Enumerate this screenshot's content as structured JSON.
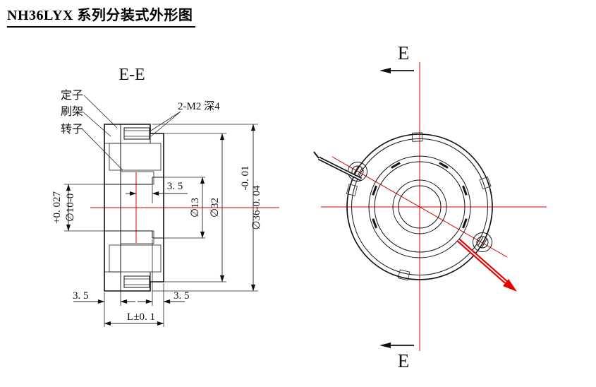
{
  "page": {
    "title": "NH36LYX 系列分装式外形图"
  },
  "section_view": {
    "view_label": "E-E",
    "part_labels": {
      "stator": "定子",
      "brush_holder": "刷架",
      "rotor": "转子"
    },
    "dimensions": {
      "thread_note": "2-M2 深4",
      "bore_tolerance": "+0. 027",
      "bore_diameter": "∅10-0",
      "hub_offset": "3. 5",
      "inner_diameter": "∅13",
      "body_diameter": "∅32",
      "flange_tolerance": "-0. 01",
      "flange_diameter": "∅36-0. 04",
      "flange_width": "3. 5",
      "counterbore_depth": "3. 5",
      "overall_length": "L±0. 1"
    }
  },
  "front_view": {
    "section_mark_top": "E",
    "section_mark_bottom": "E"
  },
  "colors": {
    "centerline_red": "#d40000",
    "lead_wire_red": "#e60000",
    "hatch_fill_cyan": "#a5f1ef",
    "hatch_line_teal": "#0b9b9b",
    "outline_black": "#111111"
  }
}
